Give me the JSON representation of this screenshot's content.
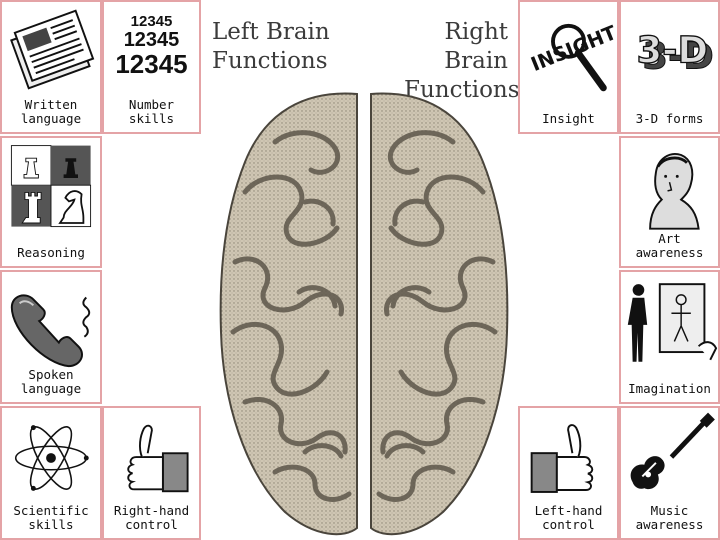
{
  "headings": {
    "left": "Left Brain\nFunctions",
    "right": "Right Brain\nFunctions"
  },
  "left_tiles": {
    "written_language": "Written\nlanguage",
    "number_skills": "Number skills",
    "reasoning": "Reasoning",
    "spoken_language": "Spoken\nlanguage",
    "scientific_skills": "Scientific\nskills",
    "right_hand_control": "Right-hand\ncontrol"
  },
  "right_tiles": {
    "insight": "Insight",
    "three_d_forms": "3-D forms",
    "art_awareness": "Art\nawareness",
    "imagination": "Imagination",
    "left_hand_control": "Left-hand\ncontrol",
    "music_awareness": "Music\nawareness"
  },
  "art_text": {
    "numbers": [
      "12345",
      "12345",
      "12345"
    ],
    "insight_word": "INSIGHT",
    "three_d": "3-D"
  },
  "colors": {
    "tile_border": "#e4a3a6",
    "brain_fill": "#cfc6b3",
    "brain_shade": "#6b6356",
    "heading_text": "#3b3b3b"
  }
}
